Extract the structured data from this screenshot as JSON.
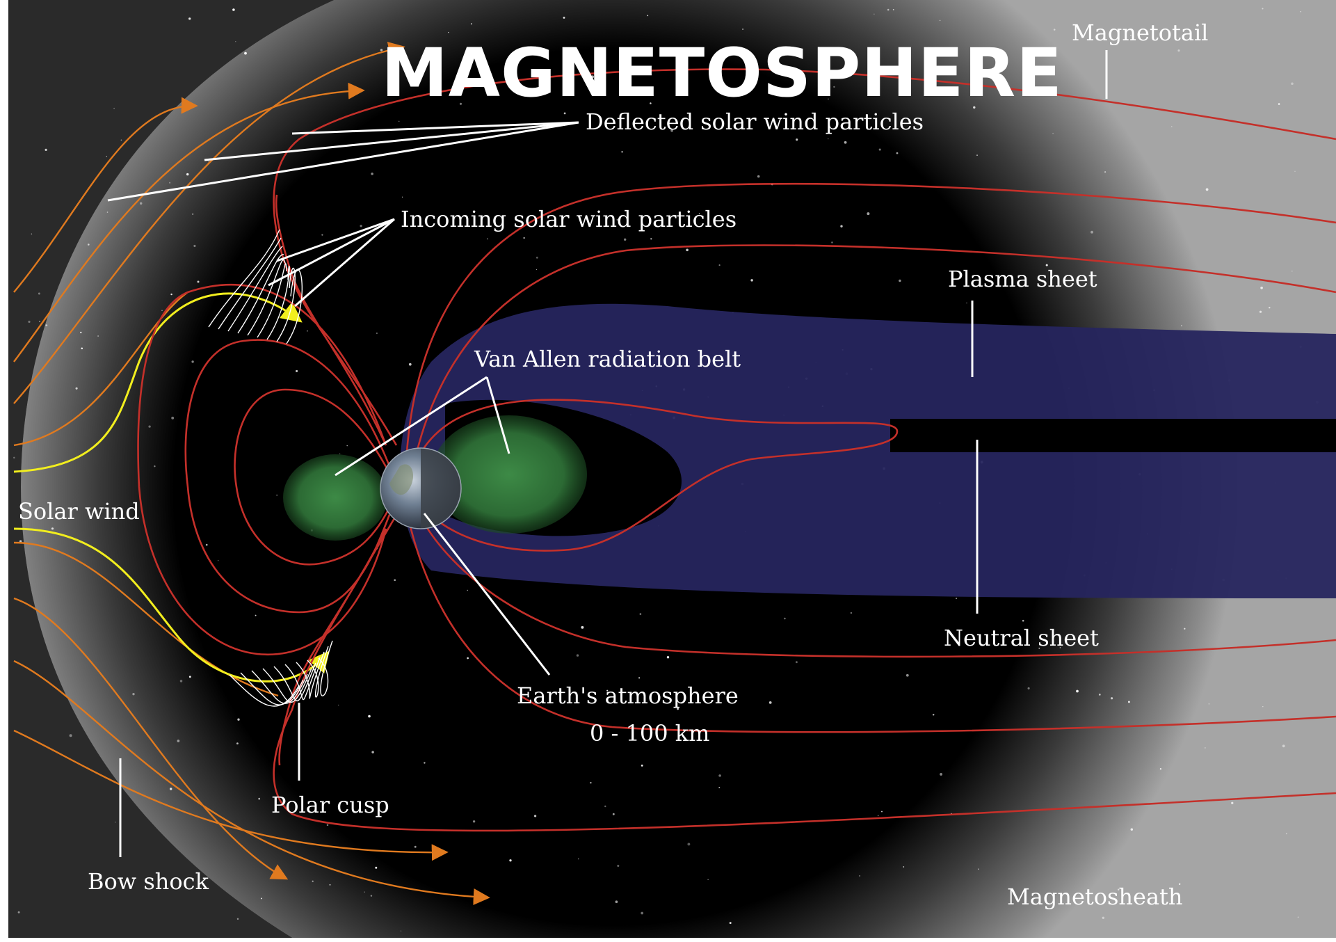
{
  "title": "MAGNETOSPHERE",
  "labels": {
    "magnetotail": "Magnetotail",
    "deflected": "Deflected solar wind particles",
    "incoming": "Incoming solar wind particles",
    "plasma_sheet": "Plasma sheet",
    "van_allen": "Van Allen radiation belt",
    "solar_wind": "Solar wind",
    "neutral_sheet": "Neutral sheet",
    "atmosphere": "Earth's atmosphere",
    "atmosphere_range": "0 - 100 km",
    "polar_cusp": "Polar cusp",
    "bow_shock": "Bow shock",
    "magnetosheath": "Magnetosheath"
  },
  "colors": {
    "space": "#000000",
    "field_lines": "#c4302a",
    "solar_wind_lines": "#e07a1f",
    "solar_wind_highlight": "#f2ee1e",
    "plasma_sheet": "#2b2a6b",
    "radiation_belt": "#2f6b36",
    "labels": "#ffffff"
  }
}
